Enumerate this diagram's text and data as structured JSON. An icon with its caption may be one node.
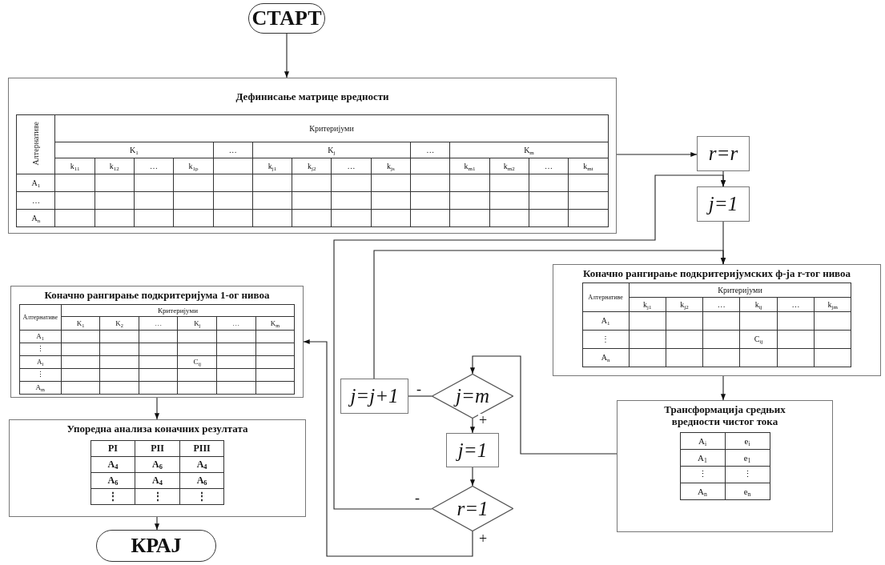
{
  "diagram": {
    "nodes": [
      {
        "text": [
          "СТАРТ"
        ]
      },
      {
        "text": [
          "Дефинисање матрице вредности",
          "Алтернативе",
          "Критеријуми",
          "K$_{1}$",
          "…",
          "K$_{j}$",
          "…",
          "K$_{m}$",
          "k$_{11}$",
          "k$_{12}$",
          "…",
          "k$_{1p}$",
          "k$_{j1}$",
          "k$_{j2}$",
          "…",
          "k$_{js}$",
          "k$_{m1}$",
          "k$_{m2}$",
          "…",
          "k$_{mt}$",
          "A$_{1}$",
          "…",
          "A$_{n}$"
        ]
      },
      {
        "text": [
          "r=r"
        ]
      },
      {
        "text": [
          "j=1"
        ]
      },
      {
        "text": [
          "Коначно рангирање подкритеријумских ф-ја r-тог нивоа",
          "Алтернативе",
          "Критеријуми",
          "k$_{j1}$",
          "k$_{j2}$",
          "…",
          "k$_{ij}$",
          "…",
          "k$_{jm}$",
          "A$_{1}$",
          "⋮",
          "C$_{ij}$",
          "A$_{n}$"
        ]
      },
      {
        "text": [
          "Трансформација средњих вредности чистог тока",
          "A$_{i}$",
          "e$_{i}$",
          "A$_{1}$",
          "e$_{1}$",
          "⋮",
          "⋮",
          "A$_{n}$",
          "e$_{n}$"
        ]
      },
      {
        "text": [
          "j=m"
        ]
      },
      {
        "text": [
          "j=j+1"
        ]
      },
      {
        "text": [
          "j=1"
        ]
      },
      {
        "text": [
          "r=1"
        ]
      },
      {
        "text": [
          "Коначно рангирање подкритеријума 1-ог нивоа",
          "Алтернативе",
          "Критеријуми",
          "K$_{1}$",
          "K$_{2}$",
          "…",
          "K$_{j}$",
          "…",
          "K$_{m}$",
          "A$_{1}$",
          "⋮",
          "A$_{i}$",
          "C$_{ij}$",
          "⋮",
          "A$_{m}$"
        ]
      },
      {
        "text": [
          "Упоредна анализа коначних резултата",
          "PI",
          "PII",
          "PIII",
          "A$_{4}$",
          "A$_{6}$",
          "A$_{4}$",
          "A$_{6}$",
          "A$_{4}$",
          "A$_{6}$",
          "⋮",
          "⋮",
          "⋮"
        ]
      },
      {
        "text": [
          "КРАЈ"
        ]
      }
    ],
    "edges": [
      {
        "from": 0,
        "to": 1,
        "arrow": "to"
      },
      {
        "from": 1,
        "to": 2,
        "arrow": "to"
      },
      {
        "from": 2,
        "to": 3,
        "arrow": "to"
      },
      {
        "from": 3,
        "to": 4,
        "arrow": "to"
      },
      {
        "from": 7,
        "to": 4,
        "arrow": "to"
      },
      {
        "from": 4,
        "to": 5,
        "arrow": "to"
      },
      {
        "from": 5,
        "to": 6,
        "arrow": "to"
      },
      {
        "from": 6,
        "to": 7,
        "arrow": "none",
        "label": "-"
      },
      {
        "from": 6,
        "to": 8,
        "arrow": "to",
        "label": "+"
      },
      {
        "from": 8,
        "to": 9,
        "arrow": "to"
      },
      {
        "from": 9,
        "to": 3,
        "arrow": "to",
        "label": "-"
      },
      {
        "from": 9,
        "to": 10,
        "arrow": "to",
        "label": "+"
      },
      {
        "from": 10,
        "to": 11,
        "arrow": "to"
      },
      {
        "from": 11,
        "to": 12,
        "arrow": "to"
      }
    ]
  }
}
